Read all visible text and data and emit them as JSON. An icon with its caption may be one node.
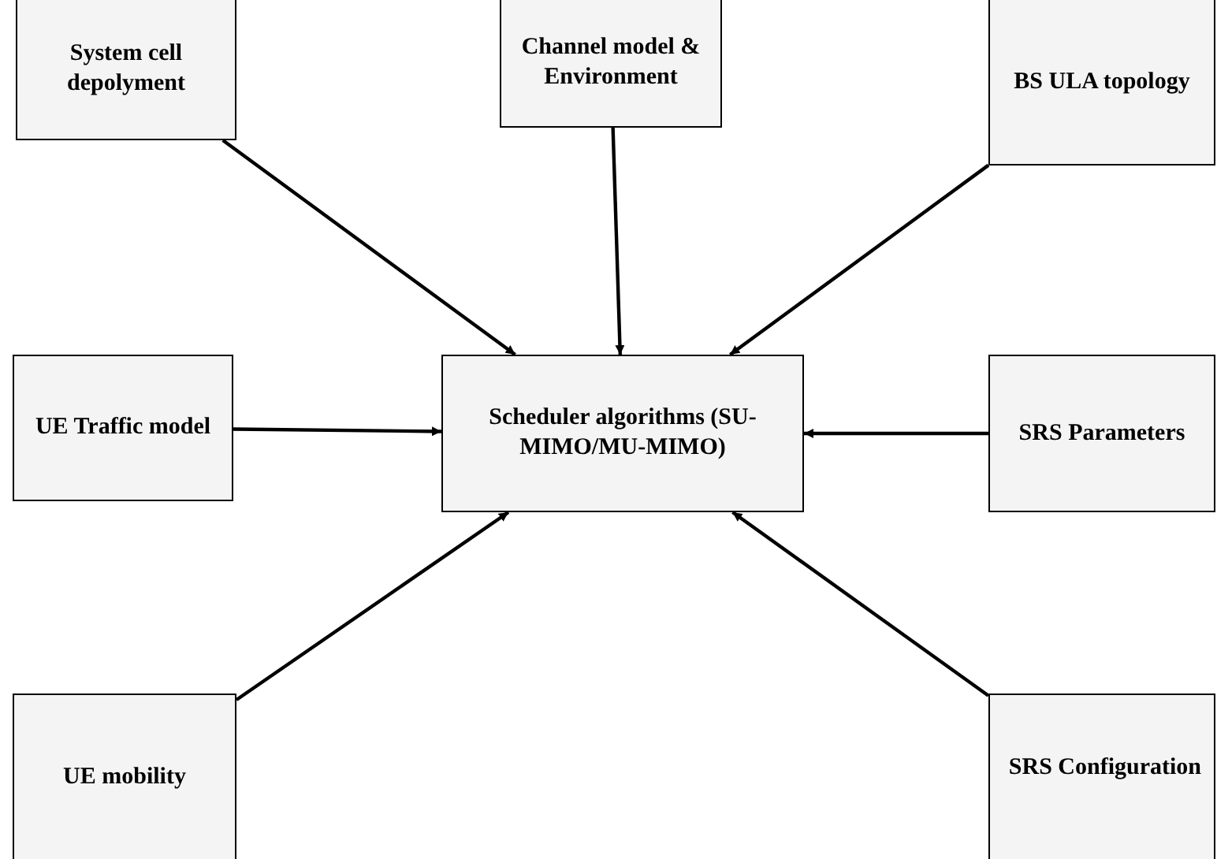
{
  "diagram": {
    "nodes": [
      {
        "text": [
          "System  cell depolyment"
        ]
      },
      {
        "text": [
          "Channel model & Environment"
        ]
      },
      {
        "text": [
          "BS ULA topology"
        ]
      },
      {
        "text": [
          "UE Traffic model"
        ]
      },
      {
        "text": [
          "Scheduler algorithms (SU-MIMO/MU-MIMO)"
        ]
      },
      {
        "text": [
          "SRS Parameters"
        ]
      },
      {
        "text": [
          "UE mobility"
        ]
      },
      {
        "text": [
          "SRS Configuration"
        ]
      }
    ],
    "edges": [
      {
        "from": 0,
        "to": 4,
        "arrow": "to"
      },
      {
        "from": 1,
        "to": 4,
        "arrow": "to"
      },
      {
        "from": 2,
        "to": 4,
        "arrow": "to"
      },
      {
        "from": 3,
        "to": 4,
        "arrow": "to"
      },
      {
        "from": 5,
        "to": 4,
        "arrow": "to"
      },
      {
        "from": 6,
        "to": 4,
        "arrow": "to"
      },
      {
        "from": 7,
        "to": 4,
        "arrow": "to"
      }
    ]
  }
}
